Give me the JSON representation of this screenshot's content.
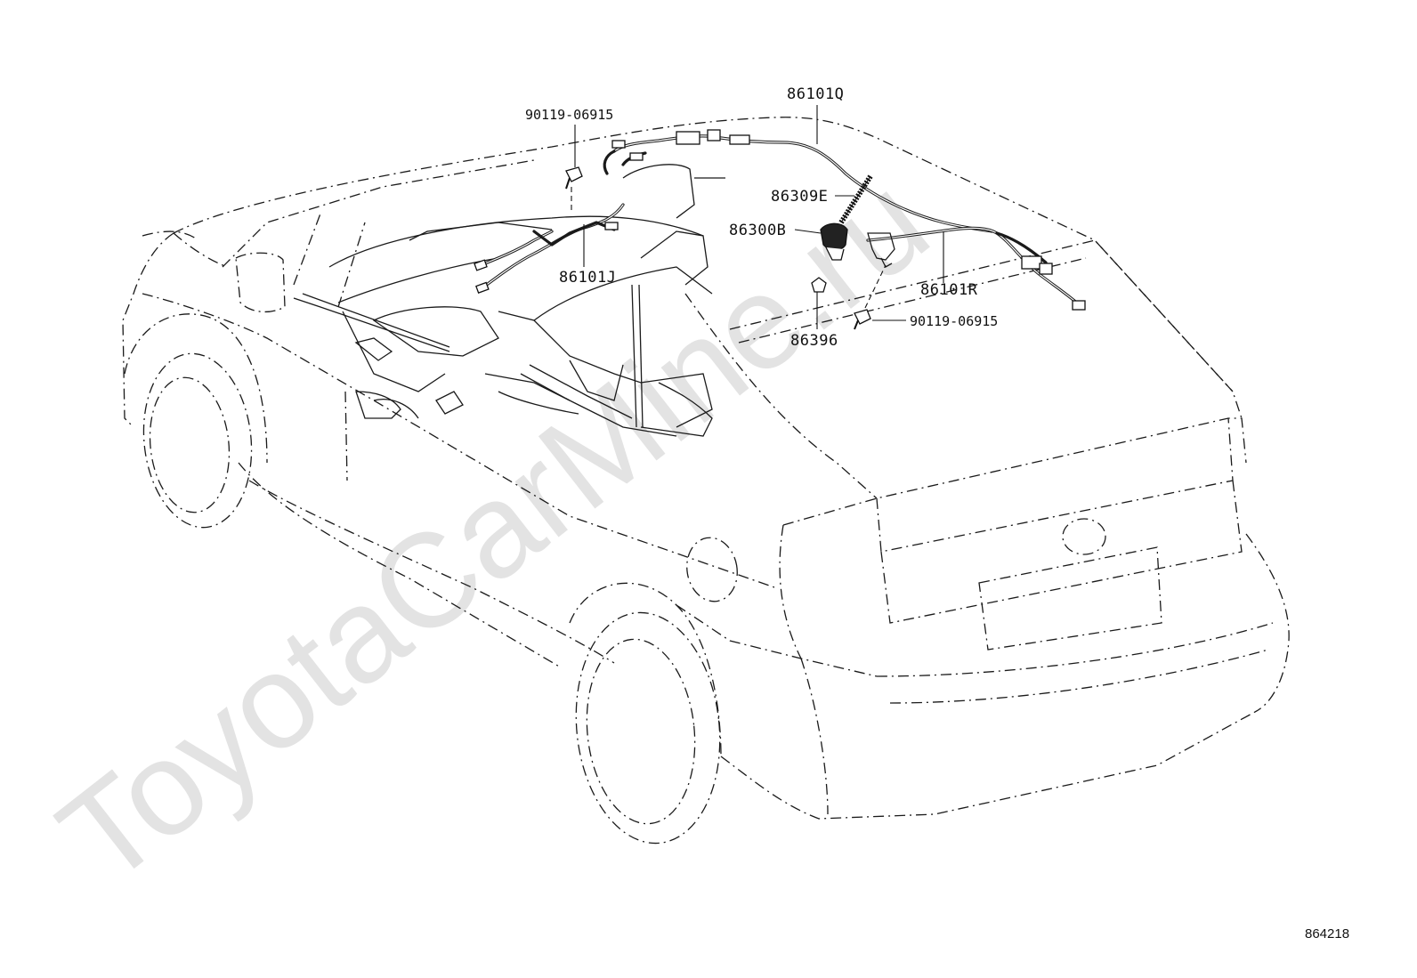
{
  "watermark": "ToyotaCarMine.ru",
  "diagram_id": "864218",
  "callouts": {
    "harness_roof": "86101Q",
    "bolt_top_left": "90119-06915",
    "antenna_rod": "86309E",
    "antenna_base": "86300B",
    "harness_front": "86101J",
    "harness_rear": "86101R",
    "clip": "86396",
    "bolt_right": "90119-06915"
  }
}
